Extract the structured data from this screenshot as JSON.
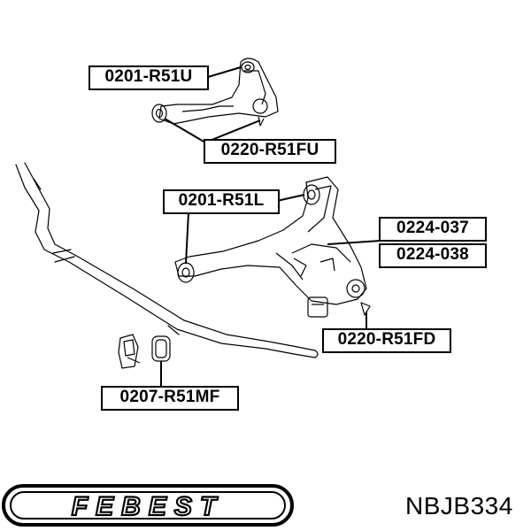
{
  "parts": {
    "upper_arm": "0201-R51U",
    "upper_ball_joint": "0220-R51FU",
    "lower_arm": "0201-R51L",
    "lower_bushing_a": "0224-037",
    "lower_bushing_b": "0224-038",
    "lower_ball_joint": "0220-R51FD",
    "stabilizer_bushing": "0207-R51MF"
  },
  "brand": {
    "logo_text": "FEBEST"
  },
  "product": {
    "part_number": "NBJB334"
  },
  "colors": {
    "line": "#000000",
    "background": "#ffffff"
  }
}
